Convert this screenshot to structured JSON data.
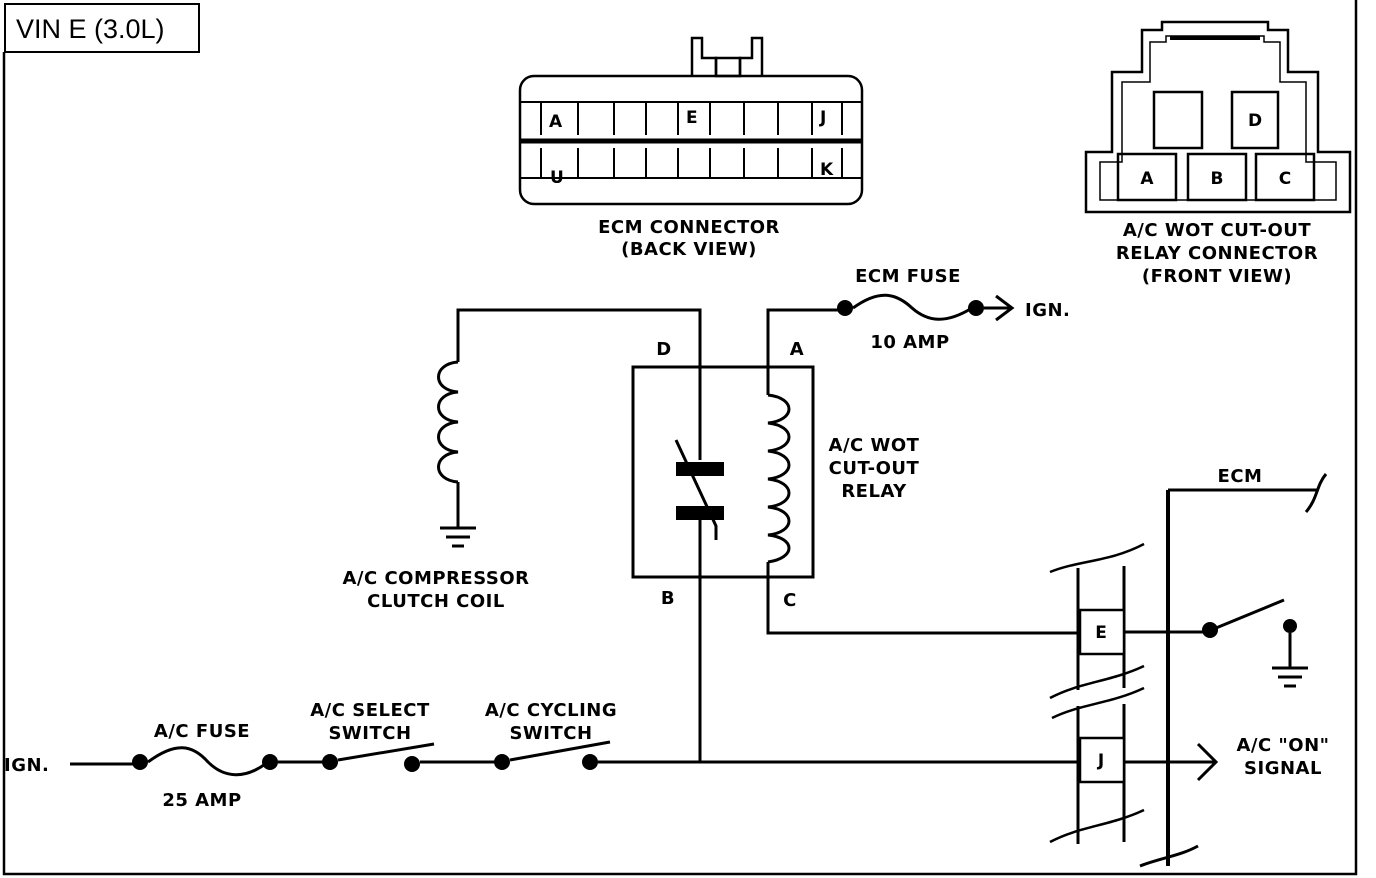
{
  "title": "VIN E (3.0L)",
  "ecm_connector": {
    "caption_line1": "ECM CONNECTOR",
    "caption_line2": "(BACK VIEW)",
    "pin_a": "A",
    "pin_e": "E",
    "pin_j": "J",
    "pin_u": "U",
    "pin_k": "K"
  },
  "relay_connector": {
    "caption_line1": "A/C  WOT CUT-OUT",
    "caption_line2": "RELAY CONNECTOR",
    "caption_line3": "(FRONT VIEW)",
    "pin_a": "A",
    "pin_b": "B",
    "pin_c": "C",
    "pin_d": "D"
  },
  "relay": {
    "label_line1": "A/C  WOT",
    "label_line2": "CUT-OUT",
    "label_line3": "RELAY",
    "terminal_d": "D",
    "terminal_a": "A",
    "terminal_b": "B",
    "terminal_c": "C"
  },
  "ecm_fuse": {
    "label": "ECM FUSE",
    "rating": "10 AMP",
    "ign_label": "IGN."
  },
  "compressor_coil": {
    "label_line1": "A/C COMPRESSOR",
    "label_line2": "CLUTCH COIL"
  },
  "ac_fuse": {
    "label": "A/C FUSE",
    "rating": "25  AMP",
    "ign_label": "IGN."
  },
  "select_switch": {
    "label_line1": "A/C SELECT",
    "label_line2": "SWITCH"
  },
  "cycling_switch": {
    "label_line1": "A/C CYCLING",
    "label_line2": "SWITCH"
  },
  "ecm": {
    "label": "ECM",
    "pin_e": "E",
    "pin_j": "J",
    "signal_line1": "A/C \"ON\"",
    "signal_line2": "SIGNAL"
  }
}
